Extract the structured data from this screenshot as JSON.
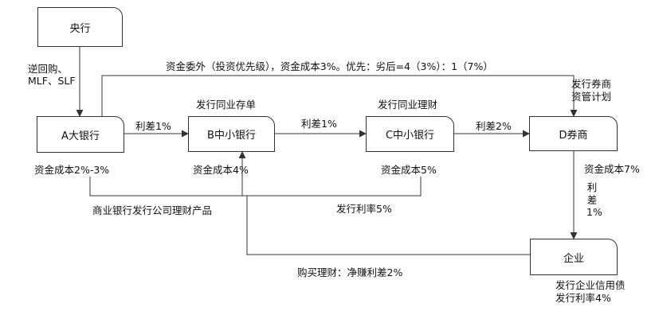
{
  "nodes": {
    "central_bank": "央行",
    "bank_a": "A大银行",
    "bank_b": "B中小银行",
    "bank_c": "C中小银行",
    "broker_d": "D券商",
    "enterprise": "企业"
  },
  "labels": {
    "repo_line1": "逆回购、",
    "repo_line2": "MLF、SLF",
    "top_delegation": "资金委外（投资优先级），资金成本3%。优先：劣后=4（3%）：1（7%）",
    "broker_plan_line1": "发行券商",
    "broker_plan_line2": "资管计划",
    "issue_cd": "发行同业存单",
    "issue_wmp": "发行同业理财",
    "spread_ab": "利差1%",
    "spread_bc": "利差1%",
    "spread_cd": "利差2%",
    "cost_a": "资金成本2%-3%",
    "cost_b": "资金成本4%",
    "cost_c": "资金成本5%",
    "cost_d": "资金成本7%",
    "spread_vertical": "利差 1%",
    "bank_wmp": "商业银行发行公司理财产品",
    "issue_rate_5": "发行利率5%",
    "buy_wmp": "购买理财：净赚利差2%",
    "bond_line1": "发行企业信用债",
    "bond_line2": "发行利率4%"
  },
  "colors": {
    "stroke": "#333333",
    "box_border": "#333333",
    "text": "#111111"
  }
}
